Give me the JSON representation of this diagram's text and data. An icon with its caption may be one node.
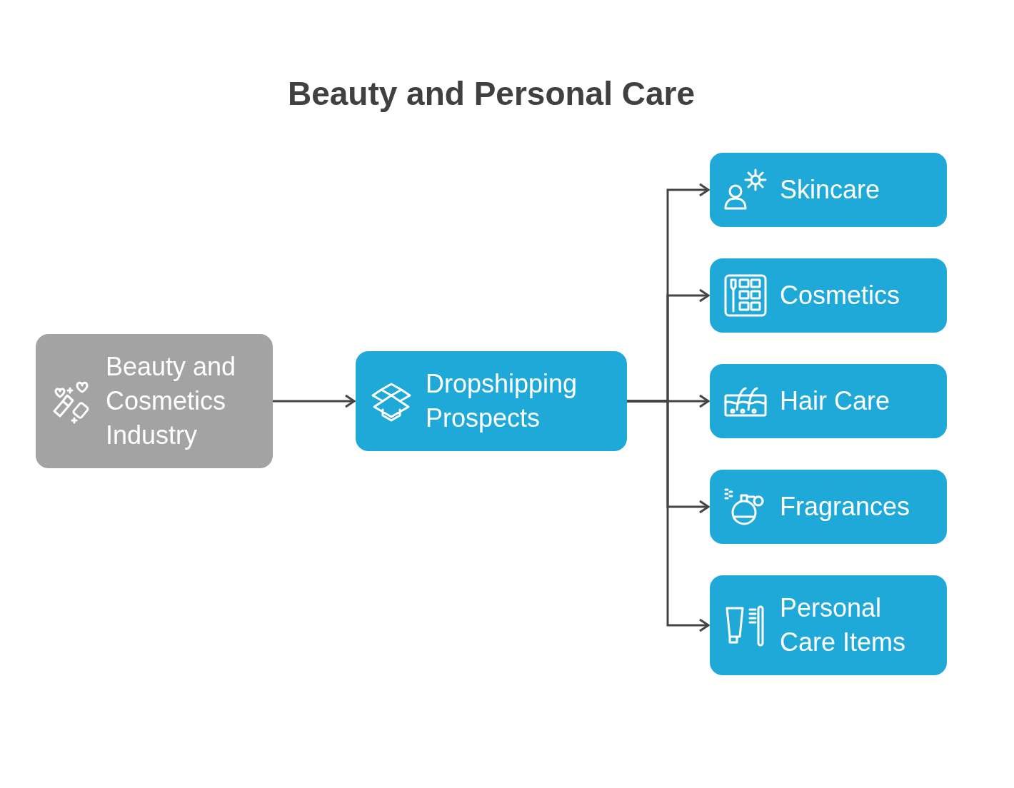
{
  "diagram": {
    "title": "Beauty and Personal Care",
    "nodes": [
      {
        "text": [
          "Beauty and Cosmetics Industry"
        ]
      },
      {
        "text": [
          "Dropshipping Prospects"
        ]
      },
      {
        "text": [
          "Skincare"
        ]
      },
      {
        "text": [
          "Cosmetics"
        ]
      },
      {
        "text": [
          "Hair Care"
        ]
      },
      {
        "text": [
          "Fragrances"
        ]
      },
      {
        "text": [
          "Personal Care Items"
        ]
      }
    ],
    "edges": [
      {
        "from": 0,
        "to": 1,
        "arrow": "to"
      },
      {
        "from": 1,
        "to": 2,
        "arrow": "to"
      },
      {
        "from": 1,
        "to": 3,
        "arrow": "to"
      },
      {
        "from": 1,
        "to": 4,
        "arrow": "to"
      },
      {
        "from": 1,
        "to": 5,
        "arrow": "to"
      },
      {
        "from": 1,
        "to": 6,
        "arrow": "to"
      }
    ]
  }
}
